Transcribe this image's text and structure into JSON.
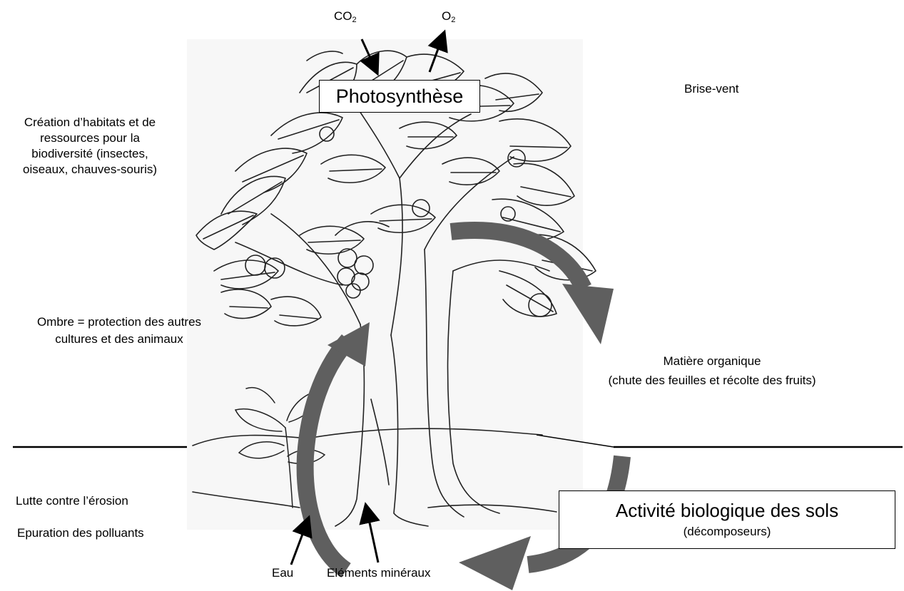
{
  "top": {
    "co2_base": "CO",
    "co2_sub": "2",
    "o2_base": "O",
    "o2_sub": "2",
    "photosynthese": "Photosynthèse"
  },
  "right": {
    "brise_vent": "Brise-vent",
    "matiere_title": "Matière organique",
    "matiere_detail": "(chute des feuilles et récolte des fruits)"
  },
  "left": {
    "habitat_lines": [
      "Création d’habitats et de",
      "ressources pour la",
      "biodiversité (insectes,",
      "oiseaux, chauves-souris)"
    ],
    "ombre_lines": [
      "Ombre = protection des autres",
      "cultures et des animaux"
    ],
    "erosion": "Lutte contre l’érosion",
    "epuration": "Epuration des polluants"
  },
  "bottom": {
    "eau": "Eau",
    "mineraux": "Eléments minéraux"
  },
  "soil_box": {
    "title": "Activité biologique des sols",
    "subtitle": "(décomposeurs)"
  },
  "colors": {
    "cycle_arrow": "#5f5f5f",
    "line": "#000000"
  },
  "icons": [
    "breadfruit-tree-illustration",
    "young-plant-illustration",
    "cycle-arrow-icon"
  ]
}
